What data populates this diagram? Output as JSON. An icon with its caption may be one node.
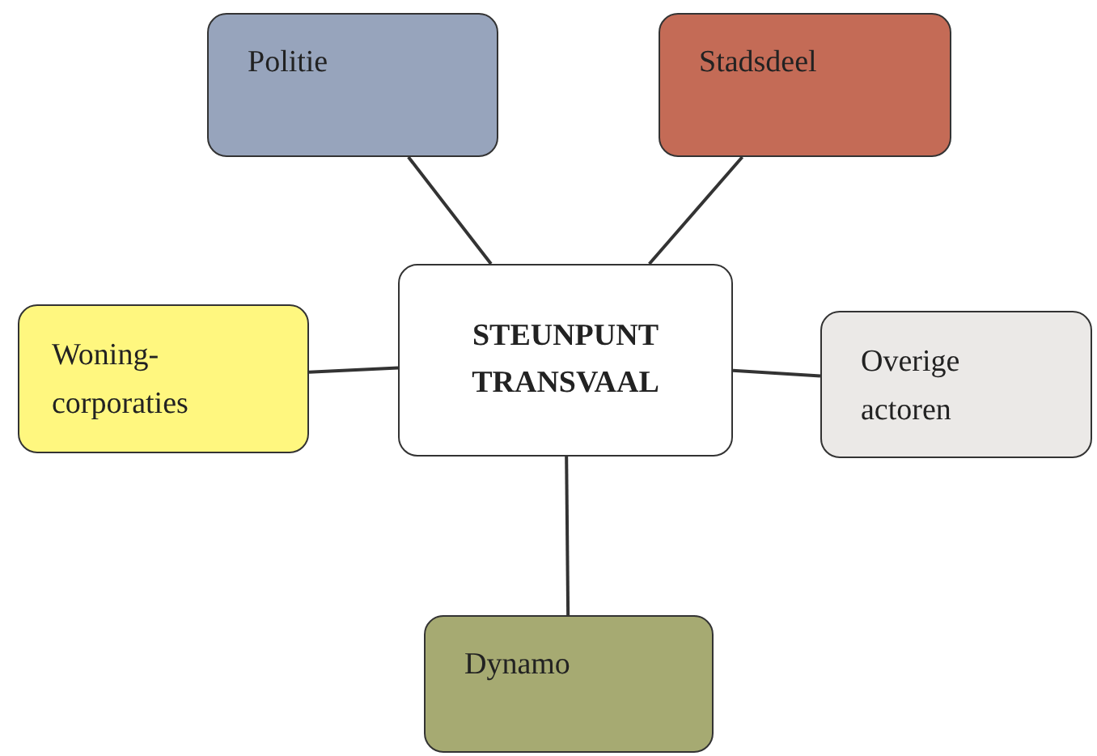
{
  "diagram": {
    "nodes": [
      {
        "text": [
          "STEUNPUNT TRANSVAAL"
        ]
      },
      {
        "text": [
          "Politie"
        ]
      },
      {
        "text": [
          "Stadsdeel"
        ]
      },
      {
        "text": [
          "Woning- corporaties"
        ]
      },
      {
        "text": [
          "Overige actoren"
        ]
      },
      {
        "text": [
          "Dynamo"
        ]
      }
    ],
    "edges": [
      {
        "from": 1,
        "to": 0,
        "arrow": "none"
      },
      {
        "from": 2,
        "to": 0,
        "arrow": "none"
      },
      {
        "from": 3,
        "to": 0,
        "arrow": "none"
      },
      {
        "from": 4,
        "to": 0,
        "arrow": "none"
      },
      {
        "from": 5,
        "to": 0,
        "arrow": "none"
      }
    ]
  }
}
